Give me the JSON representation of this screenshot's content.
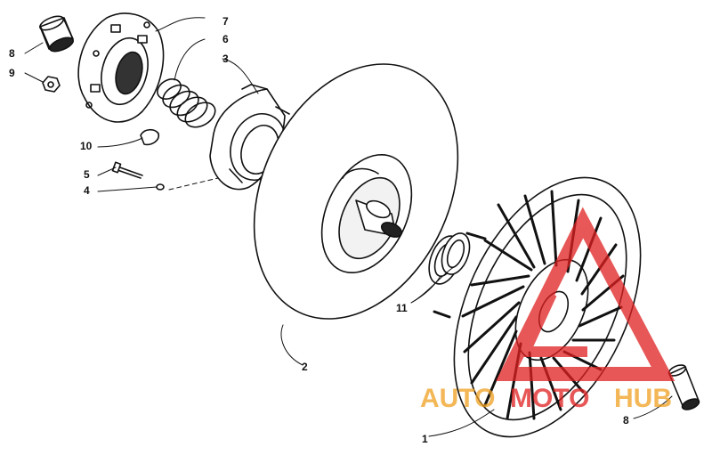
{
  "diagram": {
    "callouts": [
      {
        "id": "c1",
        "label": "1"
      },
      {
        "id": "c2",
        "label": "2"
      },
      {
        "id": "c3",
        "label": "3"
      },
      {
        "id": "c4",
        "label": "4"
      },
      {
        "id": "c5",
        "label": "5"
      },
      {
        "id": "c6",
        "label": "6"
      },
      {
        "id": "c7",
        "label": "7"
      },
      {
        "id": "c8a",
        "label": "8"
      },
      {
        "id": "c8b",
        "label": "8"
      },
      {
        "id": "c9",
        "label": "9"
      },
      {
        "id": "c10",
        "label": "10"
      },
      {
        "id": "c11",
        "label": "11"
      }
    ]
  },
  "watermark": {
    "part1": "AUTO",
    "part2": "MOTO",
    "part3": "HUB",
    "color_orange": "#f0a020",
    "color_red": "#e02020"
  }
}
